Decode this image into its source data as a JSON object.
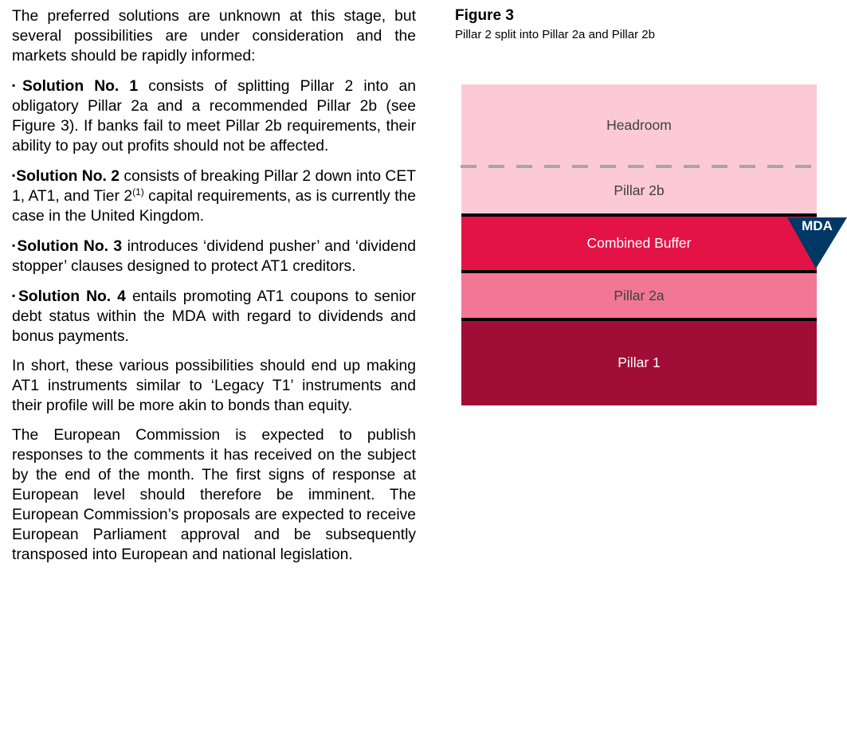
{
  "body_text": {
    "intro": "The preferred solutions are unknown at this stage, but several possibilities are under consideration and the markets should be rapidly informed:",
    "solutions": [
      {
        "bullet": "▪",
        "label": "Solution No. 1",
        "text": " consists of splitting Pillar 2 into an obligatory Pillar 2a and a recommended Pillar 2b (see Figure 3). If banks fail to meet Pillar 2b requirements, their ability to pay out profits should not be affected."
      },
      {
        "bullet": "▪",
        "label": "Solution No. 2",
        "text_before_sup": " consists of breaking Pillar 2 down into CET 1, AT1, and Tier 2",
        "sup": "(1)",
        "text_after_sup": " capital requirements, as is currently the case in the United Kingdom."
      },
      {
        "bullet": "▪",
        "label": "Solution No. 3",
        "text": " introduces ‘dividend pusher’ and ‘dividend stopper’ clauses designed to protect AT1 creditors."
      },
      {
        "bullet": "▪",
        "label": "Solution No. 4",
        "text": " entails promoting AT1 coupons to senior debt status within the MDA with regard to dividends and bonus payments."
      }
    ],
    "summary": "In short, these various possibilities should end up making AT1 instruments similar to ‘Legacy T1’ instruments and their profile will be more akin to bonds than equity.",
    "outlook": "The European Commission is expected to publish responses to the comments it has received on the subject by the end of the month. The first signs of response at European level should therefore be imminent. The European Commission’s proposals are expected to receive European Parliament approval and be subsequently transposed into European and national legislation."
  },
  "figure": {
    "title": "Figure 3",
    "subtitle": "Pillar 2 split into Pillar 2a and Pillar 2b",
    "layers": [
      {
        "label": "Headroom",
        "color": "#fbcad6"
      },
      {
        "label": "Pillar 2b",
        "color": "#fbcad6"
      },
      {
        "label": "Combined Buffer",
        "color": "#e31348"
      },
      {
        "label": "Pillar 2a",
        "color": "#f27795"
      },
      {
        "label": "Pillar 1",
        "color": "#a10e35"
      }
    ],
    "marker": {
      "label": "MDA",
      "color": "#003865"
    }
  }
}
